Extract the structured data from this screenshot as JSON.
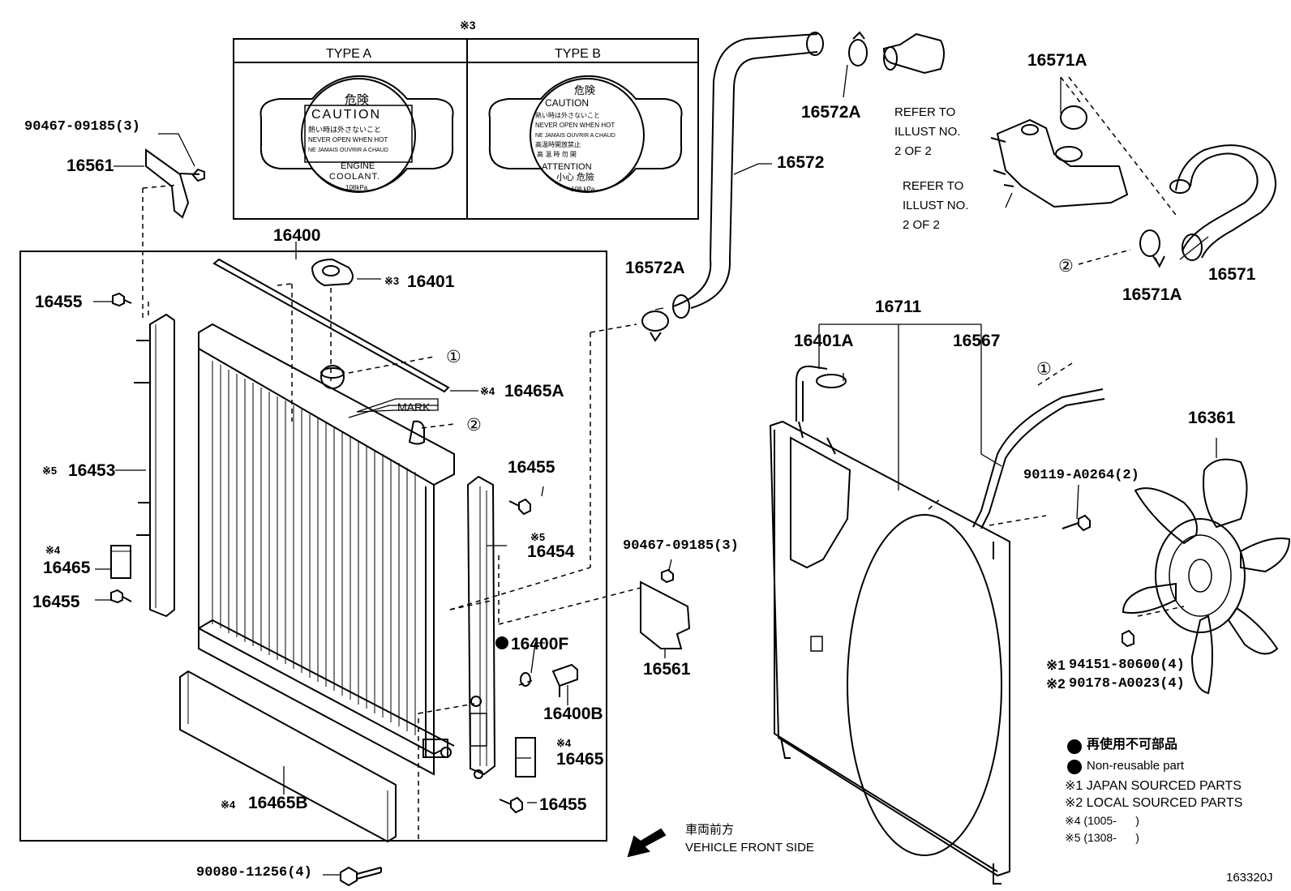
{
  "cap_box": {
    "note": "※3",
    "type_a": "TYPE A",
    "type_b": "TYPE B",
    "cap_a": {
      "kanji": "危険",
      "caution": "CAUTION",
      "line1": "熱い時は外さないこと",
      "line2": "NEVER OPEN WHEN HOT",
      "line3": "NE JAMAIS OUVRIR A CHAUD",
      "engine": "ENGINE",
      "coolant": "COOLANT.",
      "pressure": "108kPa"
    },
    "cap_b": {
      "kanji": "危険",
      "caution": "CAUTION",
      "line1": "熱い時は外さないこと",
      "line2": "NEVER OPEN WHEN HOT",
      "line3": "NE JAMAIS OUVRIR A CHAUD",
      "line4": "高温時開放禁止",
      "line5": "高 温 時 勿 開",
      "attention": "ATTENTION",
      "attention_cn": "小心 危險",
      "pressure": "108 kPa"
    }
  },
  "labels": {
    "p90467_a": "90467-09185(3)",
    "p16561_a": "16561",
    "p16400": "16400",
    "p16455_a": "16455",
    "p16401": "16401",
    "p16401_note": "※3",
    "circle1": "①",
    "p16465A": "16465A",
    "p16465A_note": "※4",
    "mark": "MARK",
    "circle2": "②",
    "p16453": "16453",
    "p16453_note": "※5",
    "p16465_note_a": "※4",
    "p16465_a": "16465",
    "p16455_b": "16455",
    "p16455_c": "16455",
    "p16454_note": "※5",
    "p16454": "16454",
    "p16400F": "16400F",
    "p16400B": "16400B",
    "p16465_note_b": "※4",
    "p16465_b": "16465",
    "p16455_d": "16455",
    "p16465B_note": "※4",
    "p16465B": "16465B",
    "p90080": "90080-11256(4)",
    "p16572A_a": "16572A",
    "p16572": "16572",
    "p16572A_b": "16572A",
    "refer_a": [
      "REFER TO",
      "ILLUST NO.",
      "2 OF 2"
    ],
    "refer_b": [
      "REFER TO",
      "ILLUST NO.",
      "2 OF 2"
    ],
    "p16571A_a": "16571A",
    "circle2_b": "②",
    "p16571A_b": "16571A",
    "p16571": "16571",
    "p90467_b": "90467-09185(3)",
    "p16561_b": "16561",
    "p16711": "16711",
    "p16401A": "16401A",
    "p16567": "16567",
    "circle1_b": "①",
    "p16361": "16361",
    "p90119": "90119-A0264(2)",
    "p94151_note": "※1",
    "p94151": "94151-80600(4)",
    "p90178_note": "※2",
    "p90178": "90178-A0023(4)",
    "front_jp": "車両前方",
    "front_en": "VEHICLE FRONT SIDE",
    "diagram_id": "163320J"
  },
  "legend": {
    "nonreuse_jp": "再使用不可部品",
    "nonreuse_en": "Non-reusable part",
    "note1": "※1 JAPAN SOURCED PARTS",
    "note2": "※2 LOCAL SOURCED PARTS",
    "note4": "※4 (1005-      )",
    "note5": "※5 (1308-      )"
  }
}
